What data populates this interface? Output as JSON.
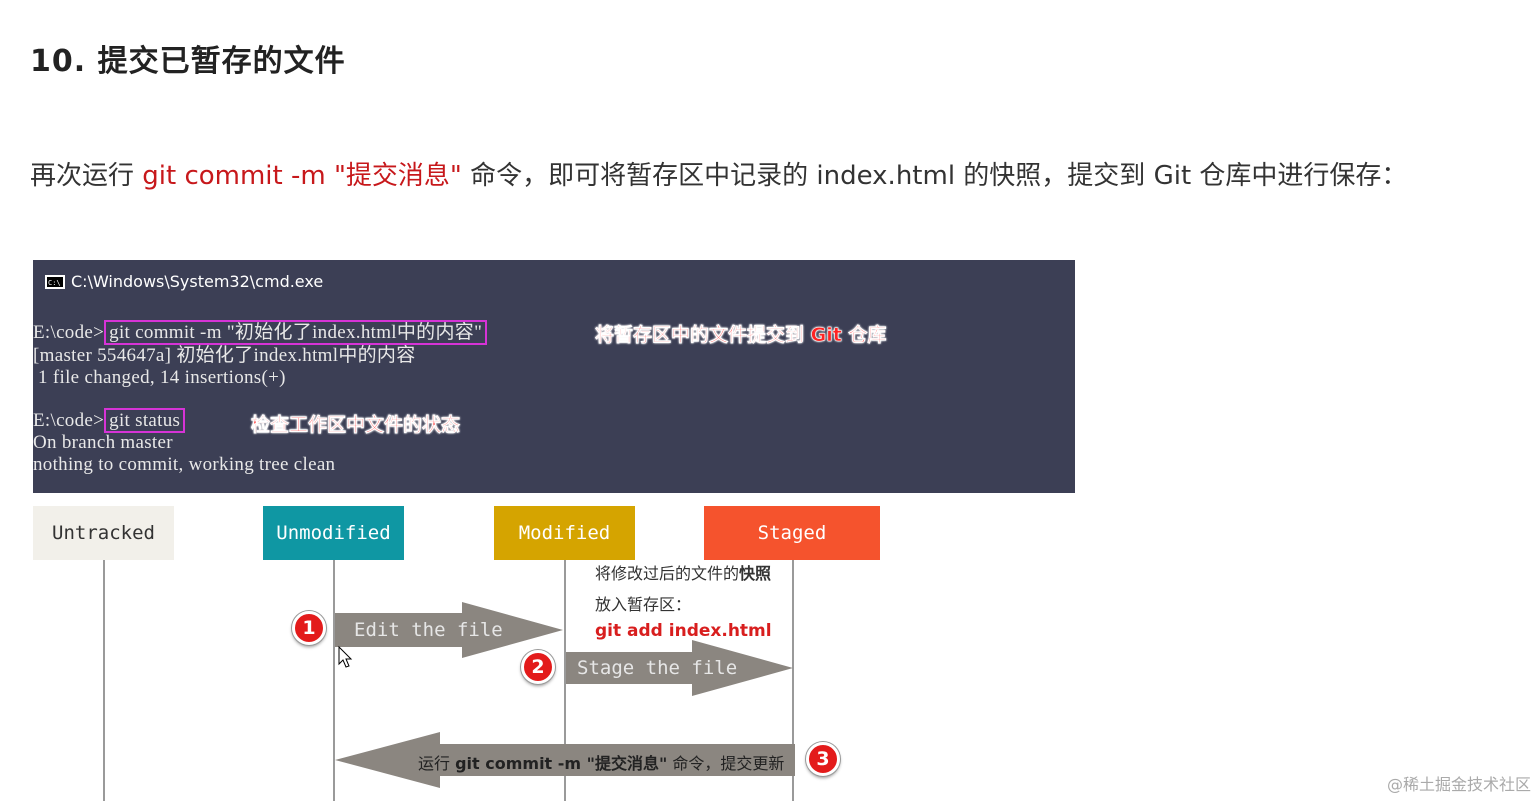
{
  "heading": "10. 提交已暂存的文件",
  "paragraph": {
    "part1": "再次运行 ",
    "command": "git commit -m \"提交消息\"",
    "part2": " 命令，即可将暂存区中记录的 index.html 的快照，提交到 Git 仓库中进行保存："
  },
  "terminal": {
    "title": "C:\\Windows\\System32\\cmd.exe",
    "line1_prompt": "E:\\code>",
    "line1_cmd": "git commit -m \"初始化了index.html中的内容\"",
    "line1_note": "将暂存区中的文件提交到 Git 仓库",
    "line2": "[master 554647a] 初始化了index.html中的内容",
    "line3": " 1 file changed, 14 insertions(+)",
    "line4_prompt": "E:\\code>",
    "line4_cmd": "git status",
    "line4_note": "检查工作区中文件的状态",
    "line5": "On branch master",
    "line6": "nothing to commit, working tree clean"
  },
  "diagram": {
    "states": {
      "untracked": "Untracked",
      "unmodified": "Unmodified",
      "modified": "Modified",
      "staged": "Staged"
    },
    "colors": {
      "untracked": "#f2f0ea",
      "unmodified": "#0f97a3",
      "modified": "#d5a400",
      "staged": "#f5532d",
      "arrow": "#8b8680"
    },
    "note_line1_a": "将修改过后的文件的",
    "note_line1_b": "快照",
    "note_line2": "放入暂存区：",
    "note_cmd": "git add index.html",
    "arrow1_label": "Edit the file",
    "arrow2_label": "Stage the file",
    "arrow3_label_a": "运行 ",
    "arrow3_label_cmd": "git commit -m \"提交消息\"",
    "arrow3_label_b": " 命令，提交更新",
    "badge1": "1",
    "badge2": "2",
    "badge3": "3"
  },
  "watermark": "@稀土掘金技术社区"
}
